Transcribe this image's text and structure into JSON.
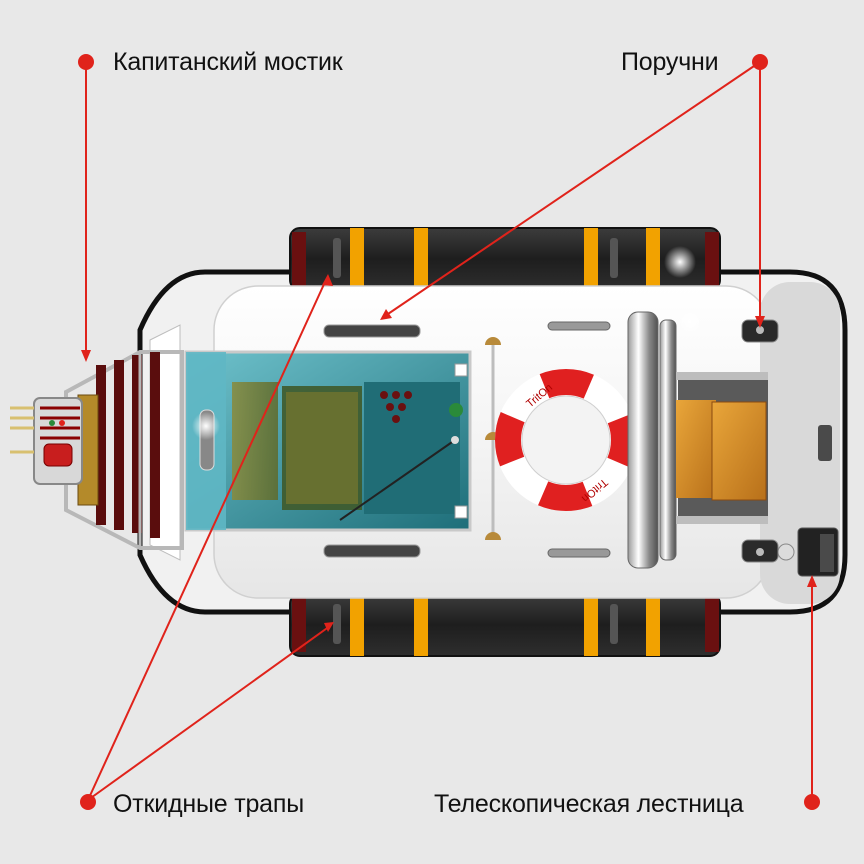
{
  "labels": {
    "captains_bridge": "Капитанский мостик",
    "handrails": "Поручни",
    "folding_gangways": "Откидные трапы",
    "telescopic_ladder": "Телескопическая лестница"
  },
  "lifebuoy_text": "TritOn",
  "colors": {
    "background": "#e8e8e8",
    "callout": "#e0231b",
    "hull": "#f7f7f7",
    "pontoon": "#262626",
    "strap": "#f2a200",
    "pool_water": "#2f8f9a",
    "lifebuoy_red": "#e02020"
  },
  "icons": [
    "callout-dot-icon",
    "lifebuoy-icon",
    "steering-panel-icon",
    "light-flare-icon"
  ]
}
